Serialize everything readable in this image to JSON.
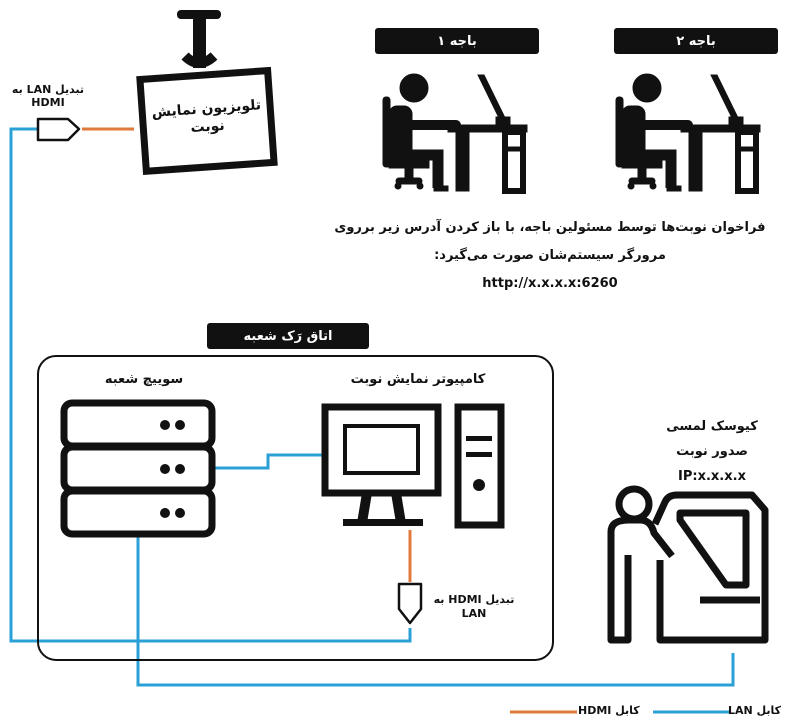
{
  "colors": {
    "lan": "#2ba0d6",
    "hdmi": "#e07a3a",
    "ink": "#111111"
  },
  "counters": {
    "counter1": "باجه ۱",
    "counter2": "باجه ۲"
  },
  "counter_note": {
    "line1": "فراخوان نوبت‌ها توسط مسئولین باجه، با باز کردن آدرس زیر برروی",
    "line2": "مرورگر سیستم‌شان صورت می‌گیرد:",
    "url": "http://x.x.x.x:6260"
  },
  "tv": {
    "label_line1": "تلویزیون نمایش",
    "label_line2": "نوبت"
  },
  "lan_to_hdmi": {
    "line1": "تبدیل LAN به",
    "line2": "HDMI"
  },
  "rack_room": {
    "title": "اتاق رَک شعبه",
    "switch_label": "سوییچ شعبه",
    "computer_label": "کامپیوتر نمایش نوبت"
  },
  "hdmi_to_lan": {
    "line1": "تبدیل HDMI به",
    "line2": "LAN"
  },
  "kiosk": {
    "line1": "کیوسک لمسی",
    "line2": "صدور نوبت",
    "ip": "IP:x.x.x.x"
  },
  "legend": {
    "hdmi_cable": "کابل HDMI",
    "lan_cable": "کابل LAN"
  }
}
